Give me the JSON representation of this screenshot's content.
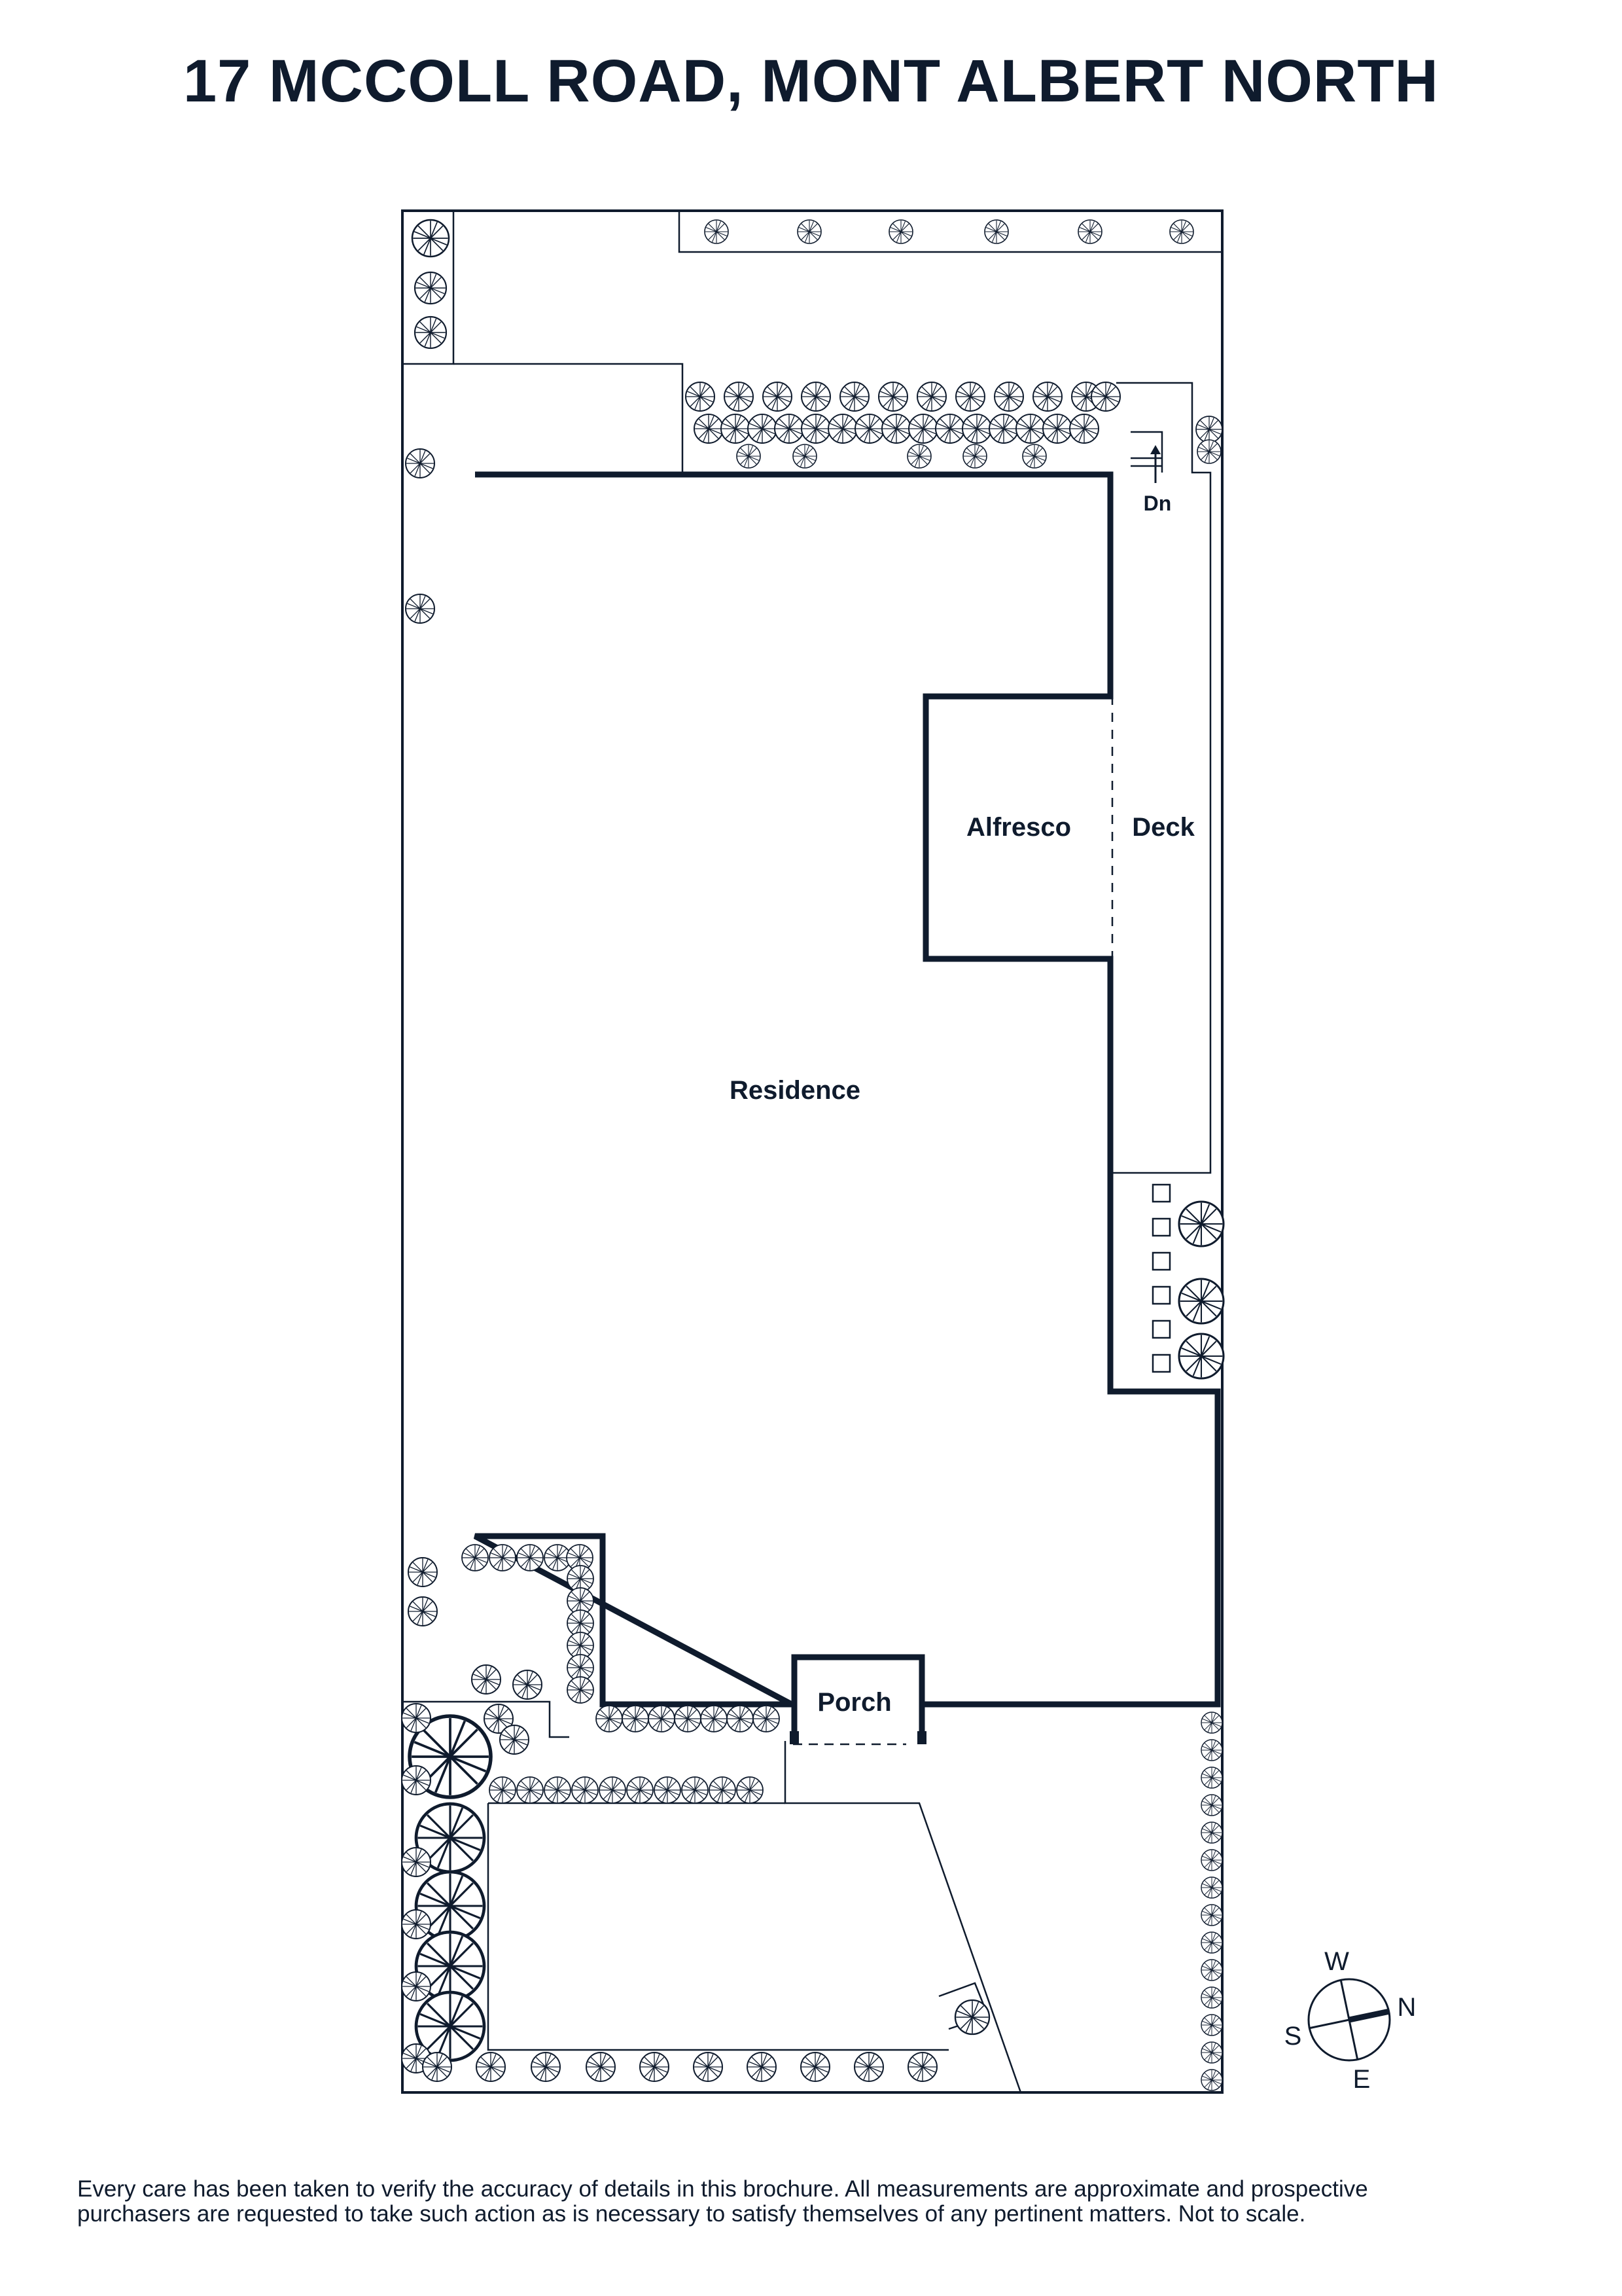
{
  "title": "17 MCCOLL ROAD, MONT ALBERT NORTH",
  "rooms": {
    "residence": "Residence",
    "alfresco": "Alfresco",
    "deck": "Deck",
    "porch": "Porch",
    "stairs": "Dn"
  },
  "compass": {
    "north": "N",
    "south": "S",
    "east": "E",
    "west": "W"
  },
  "disclaimer": {
    "line1": "Every care has been taken to verify the accuracy of details in this brochure. All measurements are approximate and prospective",
    "line2": "purchasers are requested to take such action as is necessary to satisfy themselves of any pertinent matters. Not to scale."
  },
  "colors": {
    "ink": "#0f1b2d",
    "background": "#ffffff"
  },
  "icons": [
    "tree-icon",
    "stairs-arrow-icon",
    "compass-icon"
  ]
}
